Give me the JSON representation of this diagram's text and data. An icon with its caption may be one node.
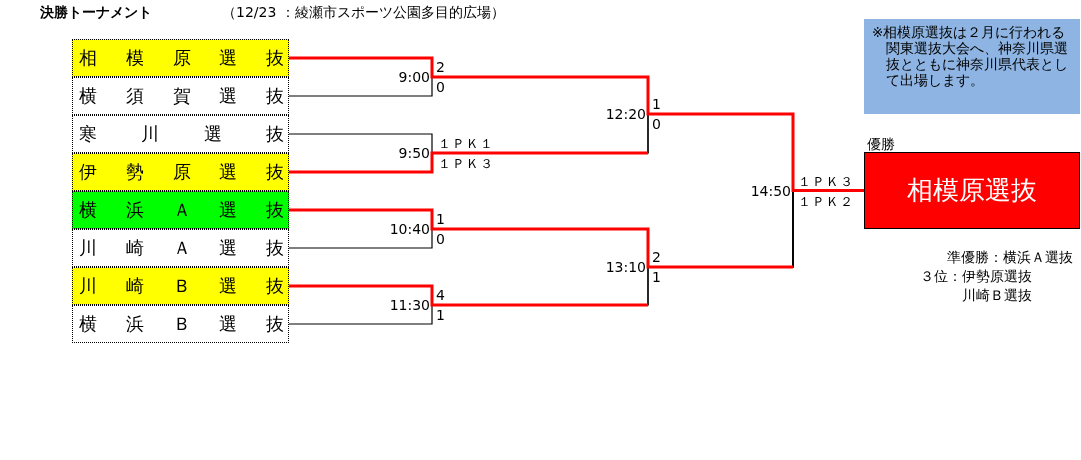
{
  "diagram": {
    "title": "決勝トーナメント",
    "nodes": [
      {
        "text": [
          "相模原選抜"
        ]
      },
      {
        "text": [
          "横須賀選抜"
        ]
      },
      {
        "text": [
          "寒川選抜"
        ]
      },
      {
        "text": [
          "伊勢原選抜"
        ]
      },
      {
        "text": [
          "横浜Ａ選抜"
        ]
      },
      {
        "text": [
          "川崎Ａ選抜"
        ]
      },
      {
        "text": [
          "川崎Ｂ選抜"
        ]
      },
      {
        "text": [
          "横浜Ｂ選抜"
        ]
      },
      {
        "text": [
          "※相模原選抜は２月に行われる関東選抜大会へ、神奈川県選抜とともに神奈川県代表として出場します。"
        ]
      },
      {
        "text": [
          "相模原選抜"
        ],
        "beside": [
          "優勝"
        ]
      }
    ],
    "edges": [
      {
        "from": 0,
        "to": 9,
        "arrow": "none",
        "style": "thick",
        "color": "#ff0000"
      },
      {
        "from": 1,
        "to": 9,
        "arrow": "none"
      },
      {
        "from": 2,
        "to": 9,
        "arrow": "none"
      },
      {
        "from": 3,
        "to": 9,
        "arrow": "none"
      },
      {
        "from": 4,
        "to": 9,
        "arrow": "none"
      },
      {
        "from": 5,
        "to": 9,
        "arrow": "none"
      },
      {
        "from": 6,
        "to": 9,
        "arrow": "none"
      },
      {
        "from": 7,
        "to": 9,
        "arrow": "none"
      }
    ],
    "labels": [
      "（12/23 ：綾瀬市スポーツ公園多目的広場）",
      "9:00",
      "2",
      "0",
      "12:20",
      "1",
      "0",
      "9:50",
      "１ＰＫ１",
      "１ＰＫ３",
      "14:50",
      "１ＰＫ３",
      "１ＰＫ２",
      "10:40",
      "1",
      "0",
      "13:10",
      "2",
      "1",
      "11:30",
      "4",
      "1",
      "準優勝：横浜Ａ選抜",
      "３位：伊勢原選抜",
      "川崎Ｂ選抜"
    ]
  }
}
